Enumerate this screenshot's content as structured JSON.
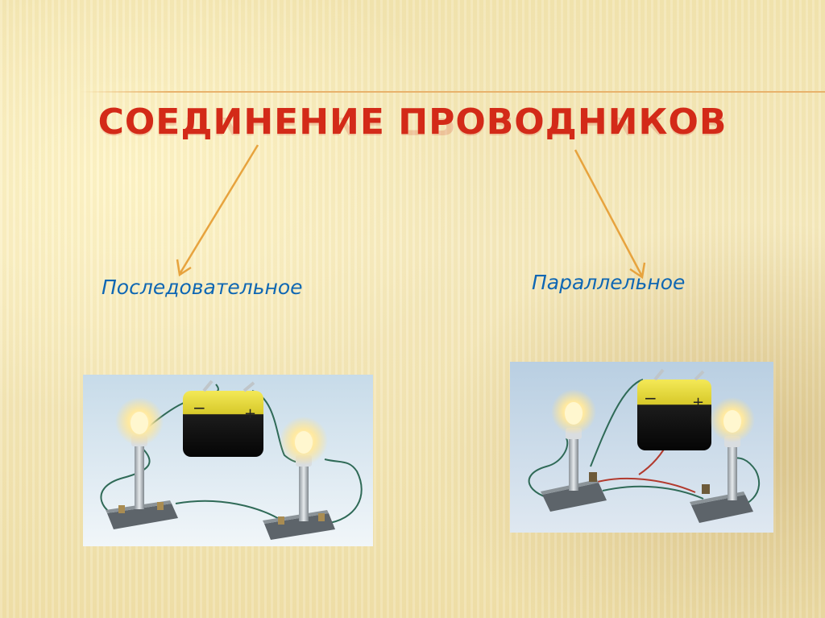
{
  "slide": {
    "title": "СОЕДИНЕНИЕ ПРОВОДНИКОВ",
    "branches": [
      {
        "label": "Последовательное",
        "image": "series-circuit-photo"
      },
      {
        "label": "Параллельное",
        "image": "parallel-circuit-photo"
      }
    ]
  },
  "battery": {
    "minus": "−",
    "plus": "+"
  },
  "colors": {
    "title": "#d32a18",
    "labels": "#0f67b3",
    "arrows": "#e7a33e",
    "divider_line": "#e8b26c"
  }
}
